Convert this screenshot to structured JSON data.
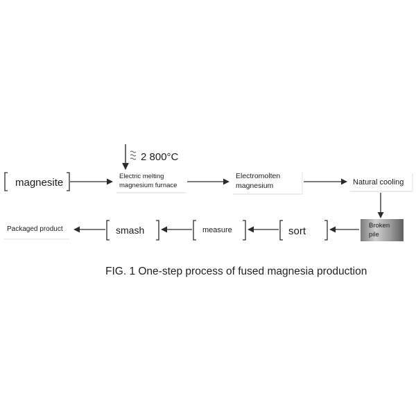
{
  "figure": {
    "caption": "FIG. 1 One-step process of fused magnesia production",
    "heat_input": {
      "label": "2 800°C",
      "icon": "heat-wave-icon"
    },
    "nodes": {
      "magnesite": {
        "label": "magnesite"
      },
      "furnace": {
        "line1": "Electric melting",
        "line2": "magnesium furnace"
      },
      "electromolten": {
        "line1": "Electromolten",
        "line2": "magnesium"
      },
      "natural_cooling": {
        "label": "Natural cooling"
      },
      "broken_pile": {
        "line1": "Broken",
        "line2": "pile"
      },
      "sort": {
        "label": "sort"
      },
      "measure": {
        "label": "measure"
      },
      "smash": {
        "label": "smash"
      },
      "packaged_product": {
        "label": "Packaged product"
      }
    },
    "colors": {
      "line": "#2b2b2b",
      "box_shadow": "#d9d9d9",
      "pile_dark": "#6e6e6e",
      "pile_light": "#e6e6e6"
    }
  }
}
